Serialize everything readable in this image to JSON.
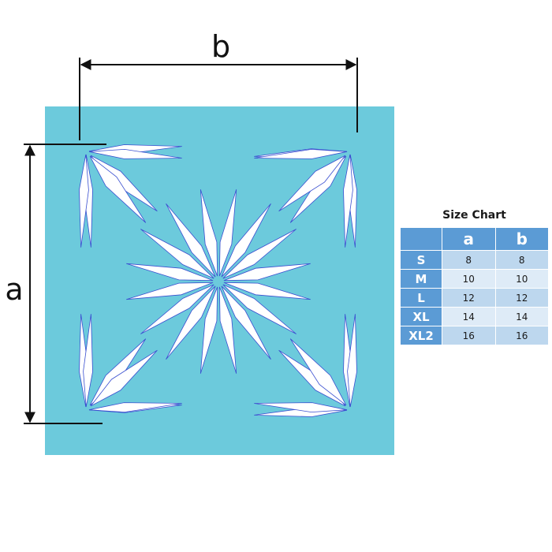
{
  "colors": {
    "panel": "#6ccadc",
    "cutout": "#ffffff",
    "cutout_edge": "#3a4fd0",
    "dimension_line": "#111111",
    "table_header": "#5b9bd5",
    "table_row_dark": "#bdd7ee",
    "table_row_light": "#deebf7"
  },
  "dimensions": {
    "width_label": "b",
    "height_label": "a"
  },
  "size_chart": {
    "title": "Size Chart",
    "columns": [
      "a",
      "b"
    ],
    "rows": [
      {
        "size": "S",
        "a": "8",
        "b": "8"
      },
      {
        "size": "M",
        "a": "10",
        "b": "10"
      },
      {
        "size": "L",
        "a": "12",
        "b": "12"
      },
      {
        "size": "XL",
        "a": "14",
        "b": "14"
      },
      {
        "size": "XL2",
        "a": "16",
        "b": "16"
      }
    ]
  }
}
